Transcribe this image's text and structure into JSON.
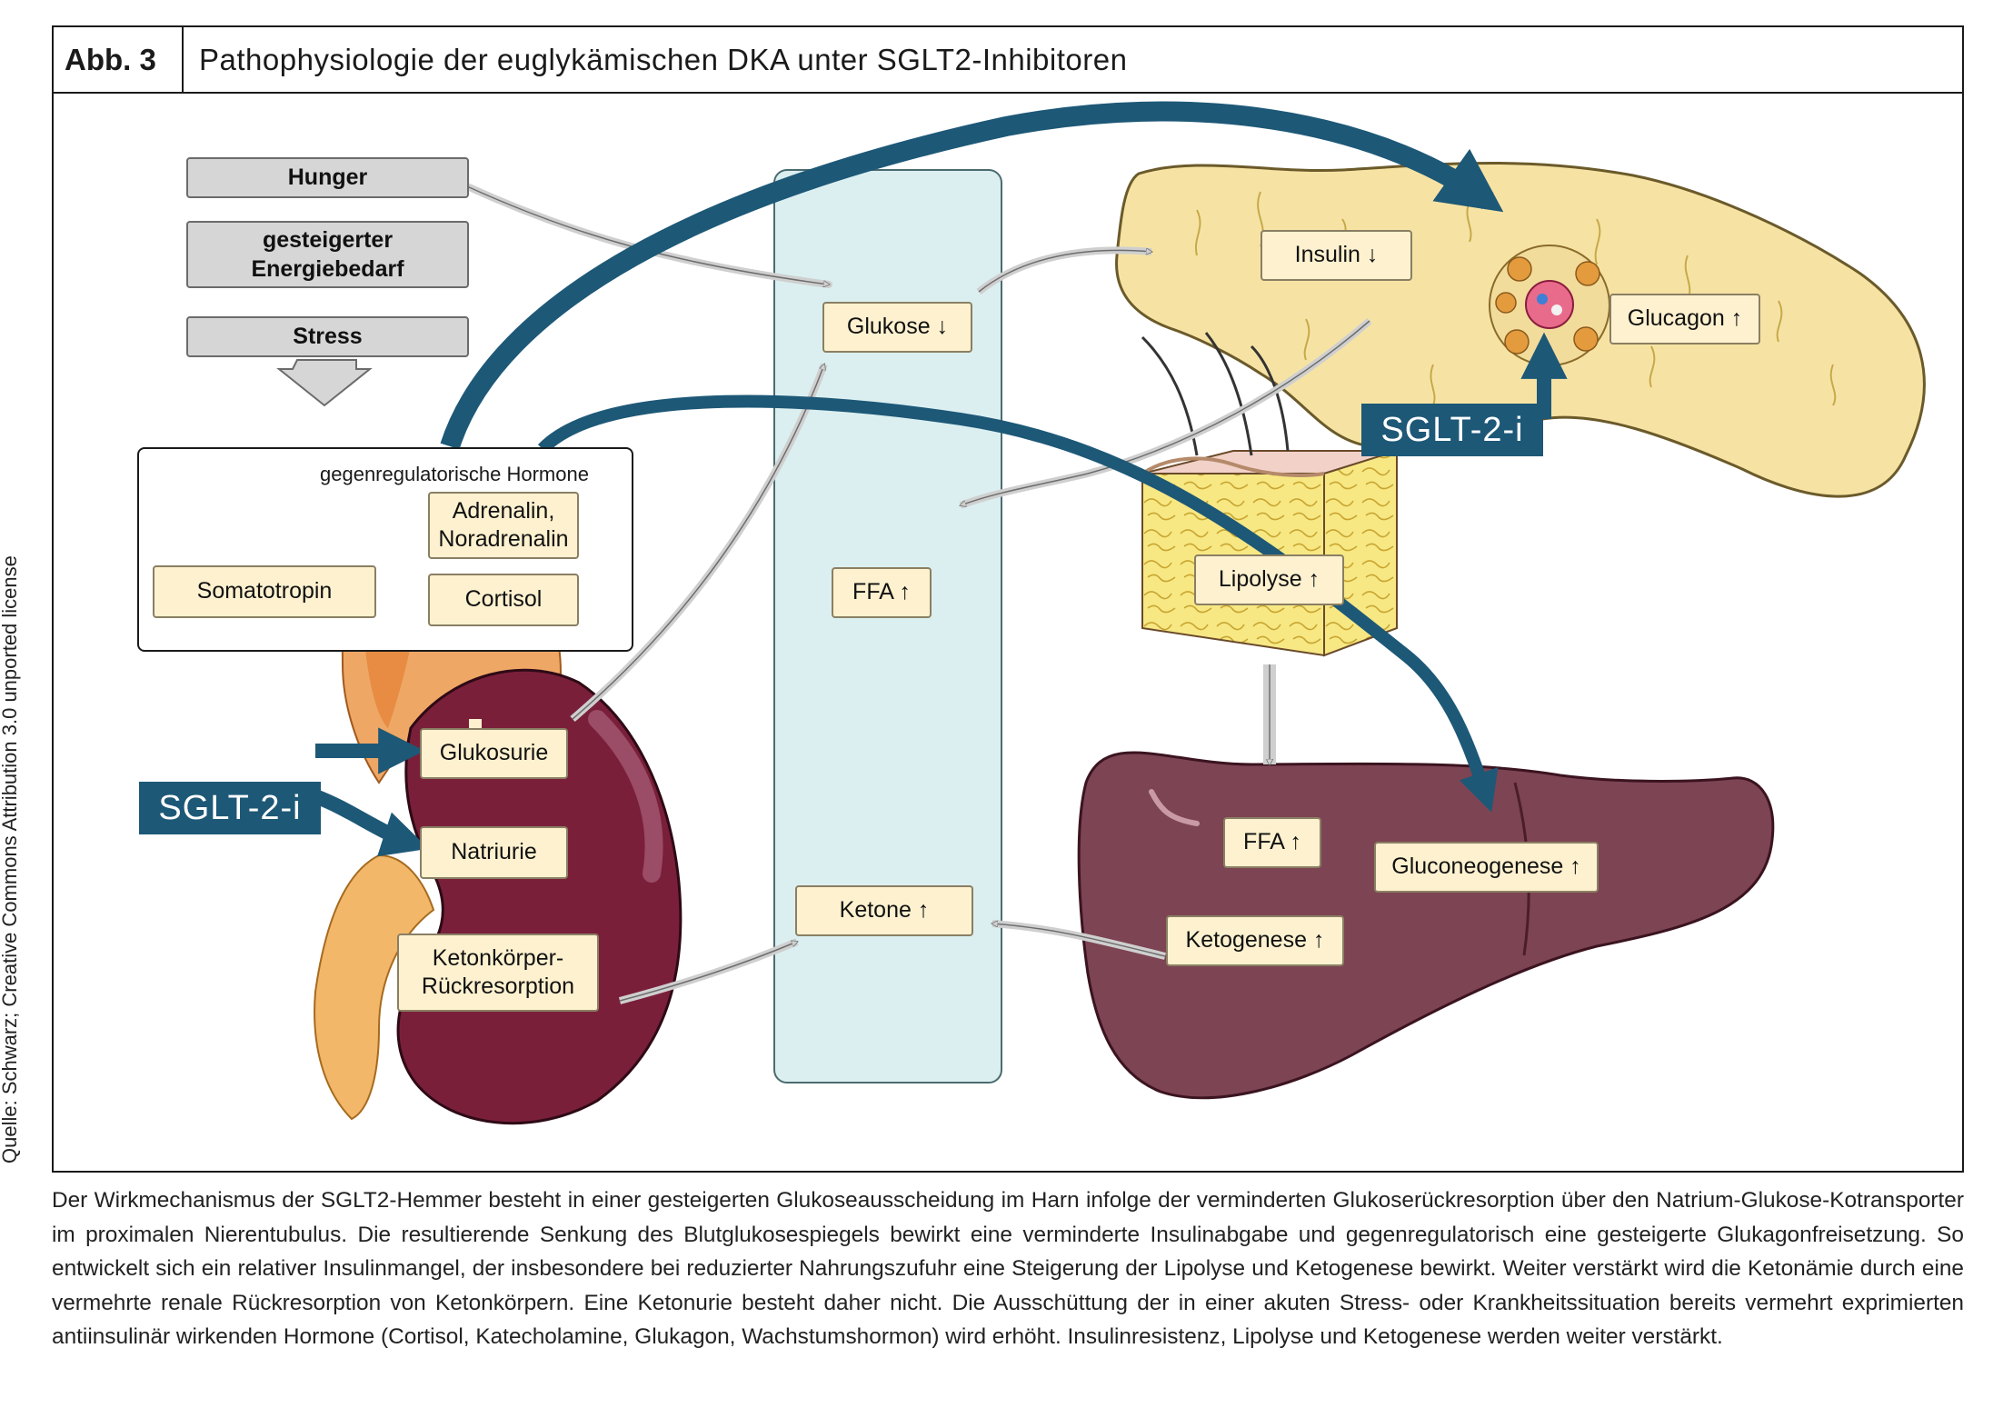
{
  "figure": {
    "number": "Abb. 3",
    "title": "Pathophysiologie der euglykämischen DKA unter SGLT2-Inhibitoren",
    "source": "Quelle: Schwarz; Creative Commons Attribution 3.0 unported license"
  },
  "triggers": {
    "hunger": "Hunger",
    "energy_line1": "gesteigerter",
    "energy_line2": "Energiebedarf",
    "stress": "Stress"
  },
  "hormones": {
    "title": "gegenregulatorische Hormone",
    "adrenalin_line1": "Adrenalin,",
    "adrenalin_line2": "Noradrenalin",
    "cortisol": "Cortisol",
    "somatotropin": "Somatotropin"
  },
  "kidney": {
    "glukosurie": "Glukosurie",
    "natriurie": "Natriurie",
    "keton_line1": "Ketonkörper-",
    "keton_line2": "Rückresorption"
  },
  "blood": {
    "glukose": "Glukose ↓",
    "ffa": "FFA ↑",
    "ketone": "Ketone ↑"
  },
  "pancreas": {
    "insulin": "Insulin ↓",
    "glucagon": "Glucagon ↑"
  },
  "fat": {
    "lipolyse": "Lipolyse ↑"
  },
  "liver": {
    "ffa": "FFA ↑",
    "gluconeogenese": "Gluconeogenese ↑",
    "ketogenese": "Ketogenese ↑"
  },
  "drug_label": "SGLT-2-i",
  "caption": "Der Wirkmechanismus der SGLT2-Hemmer besteht in einer gesteigerten Glukoseausscheidung im Harn infolge der verminderten Glukoserückresorption über den Natrium-Glukose-Kotransporter im proximalen Nierentubulus. Die resultierende Senkung des Blutglukosespiegels bewirkt eine verminderte Insulinabgabe und gegenregulatorisch eine gesteigerte Glukagonfreisetzung. So entwickelt sich ein relativer Insulinmangel, der insbesondere bei reduzierter Nahrungszufuhr eine Steigerung der Lipolyse und Ketogenese bewirkt. Weiter verstärkt wird die Ketonämie durch eine vermehrte renale Rückresorption von Ketonkörpern. Eine Ketonurie besteht daher nicht. Die Ausschüttung der in einer akuten Stress- oder Krankheitssituation bereits vermehrt exprimierten antiinsulinär wirkenden Hormone (Cortisol, Katecholamine, Glukagon, Wachstumshormon) wird erhöht. Insulinresistenz, Lipolyse und Ketogenese werden weiter verstärkt.",
  "colors": {
    "accent_blue": "#1d5877",
    "box_fill": "#fdf1cf",
    "blood_vessel": "#dbeff0",
    "kidney": "#7a1f3a",
    "liver": "#7d4453",
    "pancreas": "#f6e3a4"
  }
}
